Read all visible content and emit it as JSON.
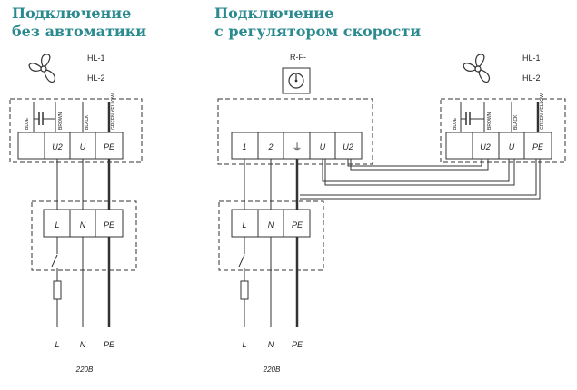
{
  "left": {
    "title_line1": "Подключение",
    "title_line2": "без автоматики",
    "fan_labels": [
      "HL-1",
      "HL-2"
    ],
    "wire_colors": [
      "BLUE",
      "BROWN",
      "BLACK",
      "GREEN YELLOW"
    ],
    "motor_terminals": [
      "",
      "U2",
      "U",
      "PE"
    ],
    "supply_terminals": [
      "L",
      "N",
      "PE"
    ],
    "bottom_labels": [
      "L",
      "N",
      "PE"
    ],
    "voltage": "220В"
  },
  "right": {
    "title_line1": "Подключение",
    "title_line2": "с регулятором скорости",
    "regulator_label": "R-F-",
    "fan_labels": [
      "HL-1",
      "HL-2"
    ],
    "regulator_terminals": [
      "1",
      "2",
      "⏚",
      "U",
      "U2"
    ],
    "wire_colors": [
      "BLUE",
      "BROWN",
      "BLACK",
      "GREEN YELLOW"
    ],
    "motor_terminals": [
      "",
      "U2",
      "U",
      "PE"
    ],
    "supply_terminals": [
      "L",
      "N",
      "PE"
    ],
    "bottom_labels": [
      "L",
      "N",
      "PE"
    ],
    "voltage": "220В"
  },
  "colors": {
    "title": "#2b8a8f",
    "line": "#333333"
  }
}
